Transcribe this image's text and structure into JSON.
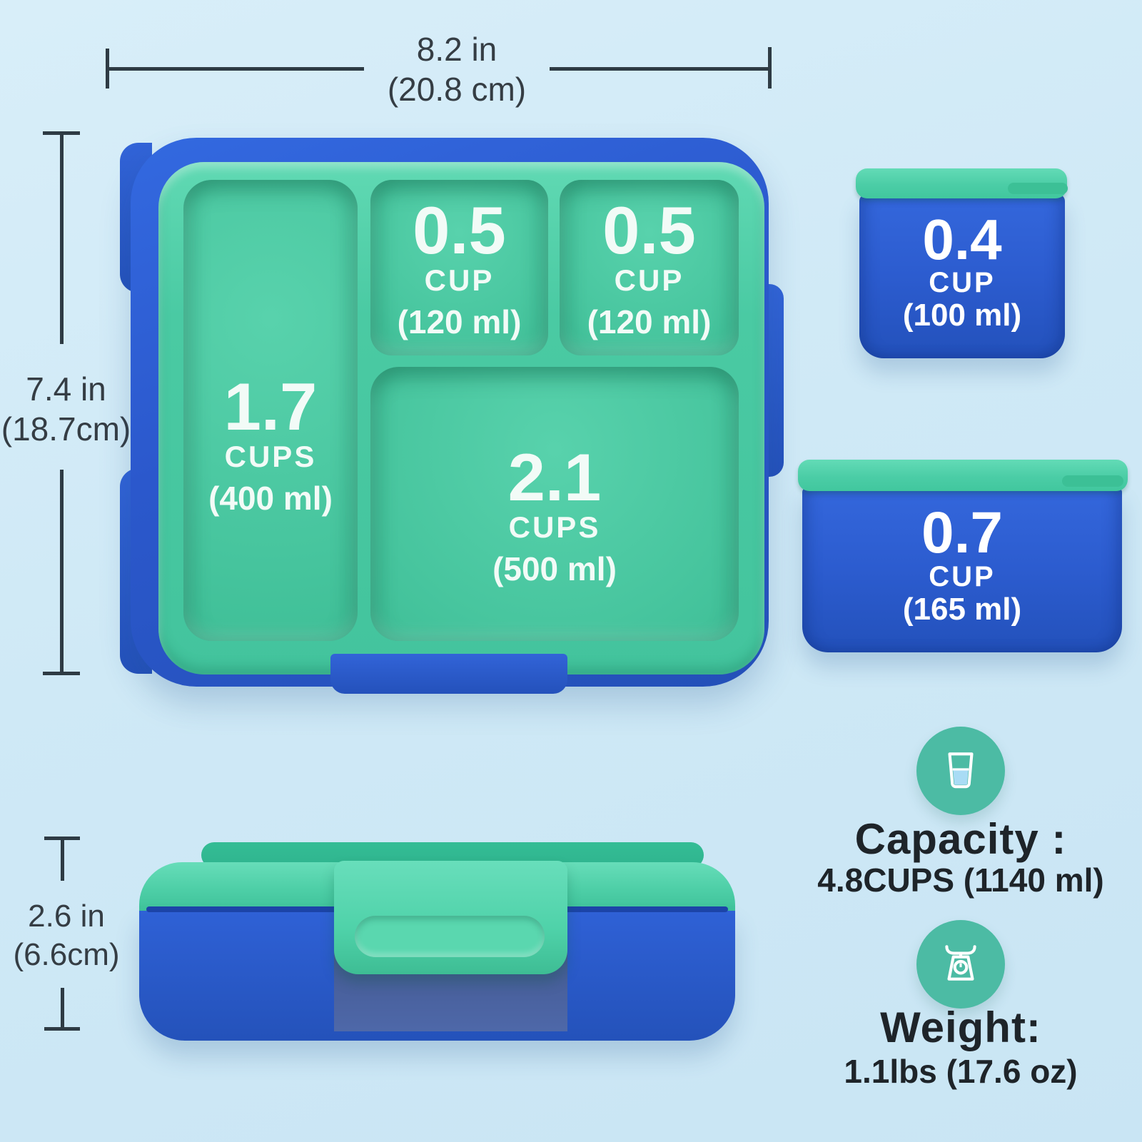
{
  "dimensions": {
    "width": {
      "imperial": "8.2 in",
      "metric": "(20.8 cm)"
    },
    "height": {
      "imperial": "7.4 in",
      "metric": "(18.7cm)"
    },
    "depth": {
      "imperial": "2.6 in",
      "metric": "(6.6cm)"
    }
  },
  "tray_compartments": [
    {
      "amount": "1.7",
      "unit": "CUPS",
      "volume": "(400 ml)"
    },
    {
      "amount": "0.5",
      "unit": "CUP",
      "volume": "(120 ml)"
    },
    {
      "amount": "0.5",
      "unit": "CUP",
      "volume": "(120 ml)"
    },
    {
      "amount": "2.1",
      "unit": "CUPS",
      "volume": "(500 ml)"
    }
  ],
  "side_containers": [
    {
      "amount": "0.4",
      "unit": "CUP",
      "volume": "(100 ml)"
    },
    {
      "amount": "0.7",
      "unit": "CUP",
      "volume": "(165 ml)"
    }
  ],
  "specs": {
    "capacity_label": "Capacity :",
    "capacity_value": "4.8CUPS (1140 ml)",
    "weight_label": "Weight:",
    "weight_value": "1.1lbs (17.6 oz)"
  },
  "icons": {
    "capacity": "glass-of-water-icon",
    "weight": "kitchen-scale-icon"
  },
  "colors": {
    "background": "#CFE9F7",
    "royal_blue": "#2B5BCE",
    "teal": "#45C8A1",
    "teal_light": "#5FD9B2",
    "badge_teal": "#4CBBA4",
    "water_blue": "#A9DCF5",
    "dimension_line": "#2E3B44",
    "text_dark": "#1E2429",
    "text_white": "#FFFFFF"
  }
}
